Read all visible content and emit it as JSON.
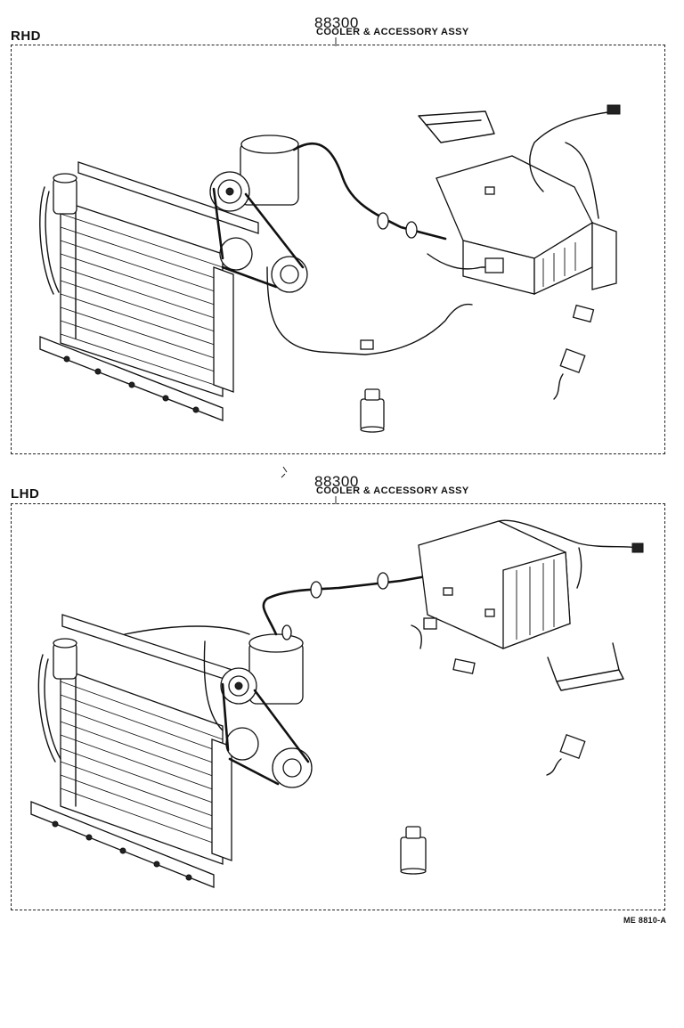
{
  "sections": [
    {
      "side": "RHD",
      "part_number": "88300",
      "part_name": "COOLER & ACCESSORY ASSY"
    },
    {
      "side": "LHD",
      "part_number": "88300",
      "part_name": "COOLER & ACCESSORY ASSY"
    }
  ],
  "figure_ref": "ME  8810-A"
}
